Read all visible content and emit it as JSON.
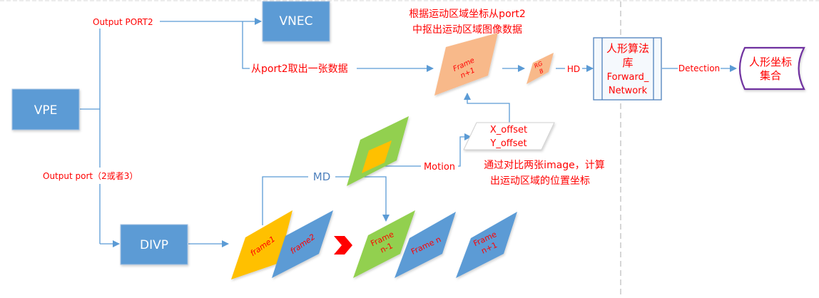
{
  "colors": {
    "box_blue": "#5b9bd5",
    "line_blue": "#5b9bd5",
    "label_red": "#ff0000",
    "frame_orange": "#f8b98a",
    "frame_yellow": "#ffc000",
    "frame_green": "#92d050",
    "frame_blue": "#5b9bd5",
    "output_purple": "#7030a0",
    "divider_gray": "#bfbfbf"
  },
  "boxes": {
    "vpe": "VPE",
    "vnec": "VNEC",
    "divp": "DIVP"
  },
  "edges": {
    "output_port2": "Output PORT2",
    "output_port_2_or_3": "Output port（2或者3）",
    "take_one_from_port2": "从port2取出一张数据",
    "md": "MD",
    "motion": "Motion",
    "hd": "HD",
    "detection": "Detection"
  },
  "annotations": {
    "crop_line1": "根据运动区域坐标从port2",
    "crop_line2": "中抠出运动区域图像数据",
    "compare_line1": "通过对比两张image，计算",
    "compare_line2": "出运动区域的位置坐标"
  },
  "frames": {
    "frame_n_plus_1_top_line1": "Frame",
    "frame_n_plus_1_top_line2": "n+1",
    "rgb_line1": "RG",
    "rgb_line2": "B",
    "frame1": "frame1",
    "frame2": "frame2",
    "frame_n_minus_1_line1": "Frame",
    "frame_n_minus_1_line2": "n-1",
    "frame_n": "Frame n",
    "frame_n_plus_1_line1": "Frame",
    "frame_n_plus_1_line2": "n+1"
  },
  "offset": {
    "x": "X_offset",
    "y": "Y_offset"
  },
  "algorithm": {
    "line1": "人形算法",
    "line2": "库",
    "line3": "Forward_",
    "line4": "Network"
  },
  "result": {
    "line1": "人形坐标",
    "line2": "集合"
  }
}
